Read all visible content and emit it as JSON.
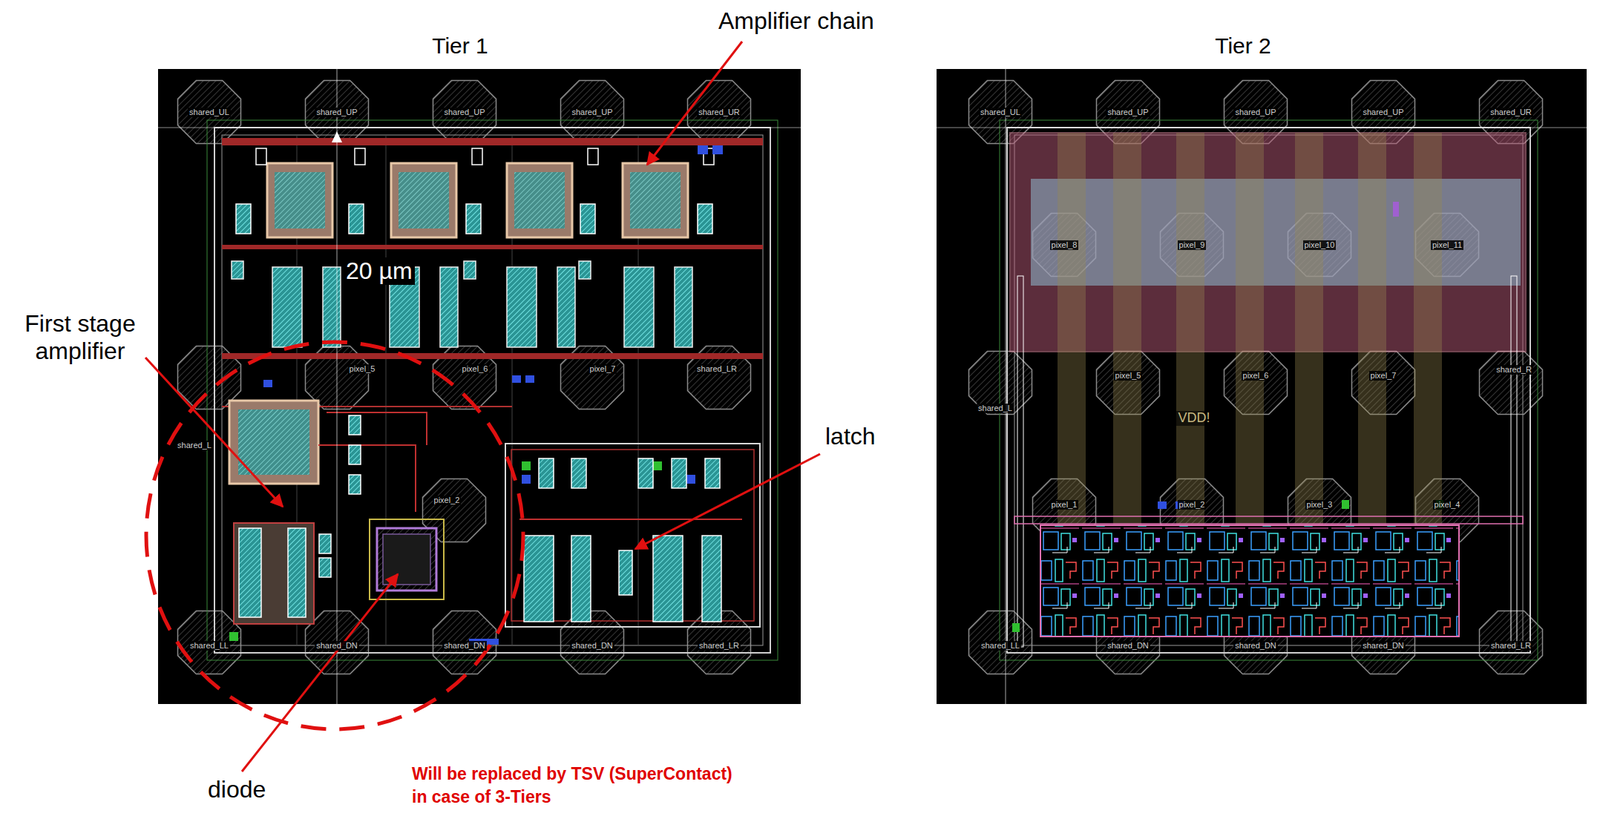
{
  "diagram": {
    "nodes": [
      {
        "text": [
          "Tier 1"
        ]
      },
      {
        "text": [
          "Tier 2"
        ]
      }
    ],
    "labels": [
      "Amplifier chain",
      "First stage amplifier",
      "latch",
      "diode",
      "Will be replaced by TSV (SuperContact) in case of 3-Tiers",
      "20 µm",
      "shared_UL",
      "shared_UP",
      "shared_UP",
      "shared_UP",
      "shared_UR",
      "pixel_5",
      "pixel_6",
      "pixel_7",
      "shared_LR",
      "shared_L",
      "pixel_2",
      "shared_LL",
      "shared_DN",
      "shared_DN",
      "shared_DN",
      "shared_LR",
      "shared_UL",
      "shared_UP",
      "shared_UP",
      "shared_UP",
      "shared_UR",
      "pixel_8",
      "pixel_9",
      "pixel_10",
      "pixel_11",
      "shared_L",
      "pixel_5",
      "pixel_6",
      "pixel_7",
      "shared_R",
      "VDD!",
      "pixel_1",
      "pixel_2",
      "pixel_3",
      "pixel_4",
      "shared_LL",
      "shared_DN",
      "shared_DN",
      "shared_DN",
      "shared_LR"
    ]
  }
}
